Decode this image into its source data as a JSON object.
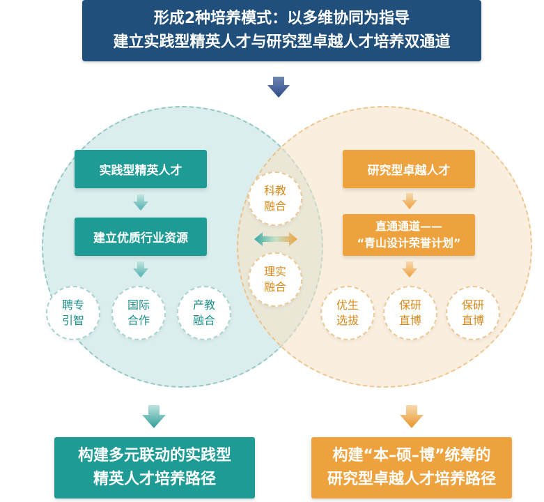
{
  "header": {
    "line1": "形成2种培养模式：以多维协同为指导",
    "line2": "建立实践型精英人才与研究型卓越人才培养双通道"
  },
  "left": {
    "title": "实践型精英人才",
    "middle": "建立优质行业资源",
    "circles": [
      {
        "line1": "聘专",
        "line2": "引智"
      },
      {
        "line1": "国际",
        "line2": "合作"
      },
      {
        "line1": "产教",
        "line2": "融合"
      }
    ],
    "bottom_line1": "构建多元联动的实践型",
    "bottom_line2": "精英人才培养路径"
  },
  "center": {
    "top": {
      "line1": "科教",
      "line2": "融合"
    },
    "bottom": {
      "line1": "理实",
      "line2": "融合"
    }
  },
  "right": {
    "title": "研究型卓越人才",
    "middle_line1": "直通通道——",
    "middle_line2": "“青山设计荣誉计划”",
    "circles": [
      {
        "line1": "优生",
        "line2": "选拔"
      },
      {
        "line1": "保研",
        "line2": "直博"
      },
      {
        "line1": "保研",
        "line2": "直博"
      }
    ],
    "bottom_line1": "构建“本–硕–博”统筹的",
    "bottom_line2": "研究型卓越人才培养路径"
  },
  "colors": {
    "header": "#1f4f7a",
    "teal": "#1f9b95",
    "orange": "#eda23e"
  }
}
